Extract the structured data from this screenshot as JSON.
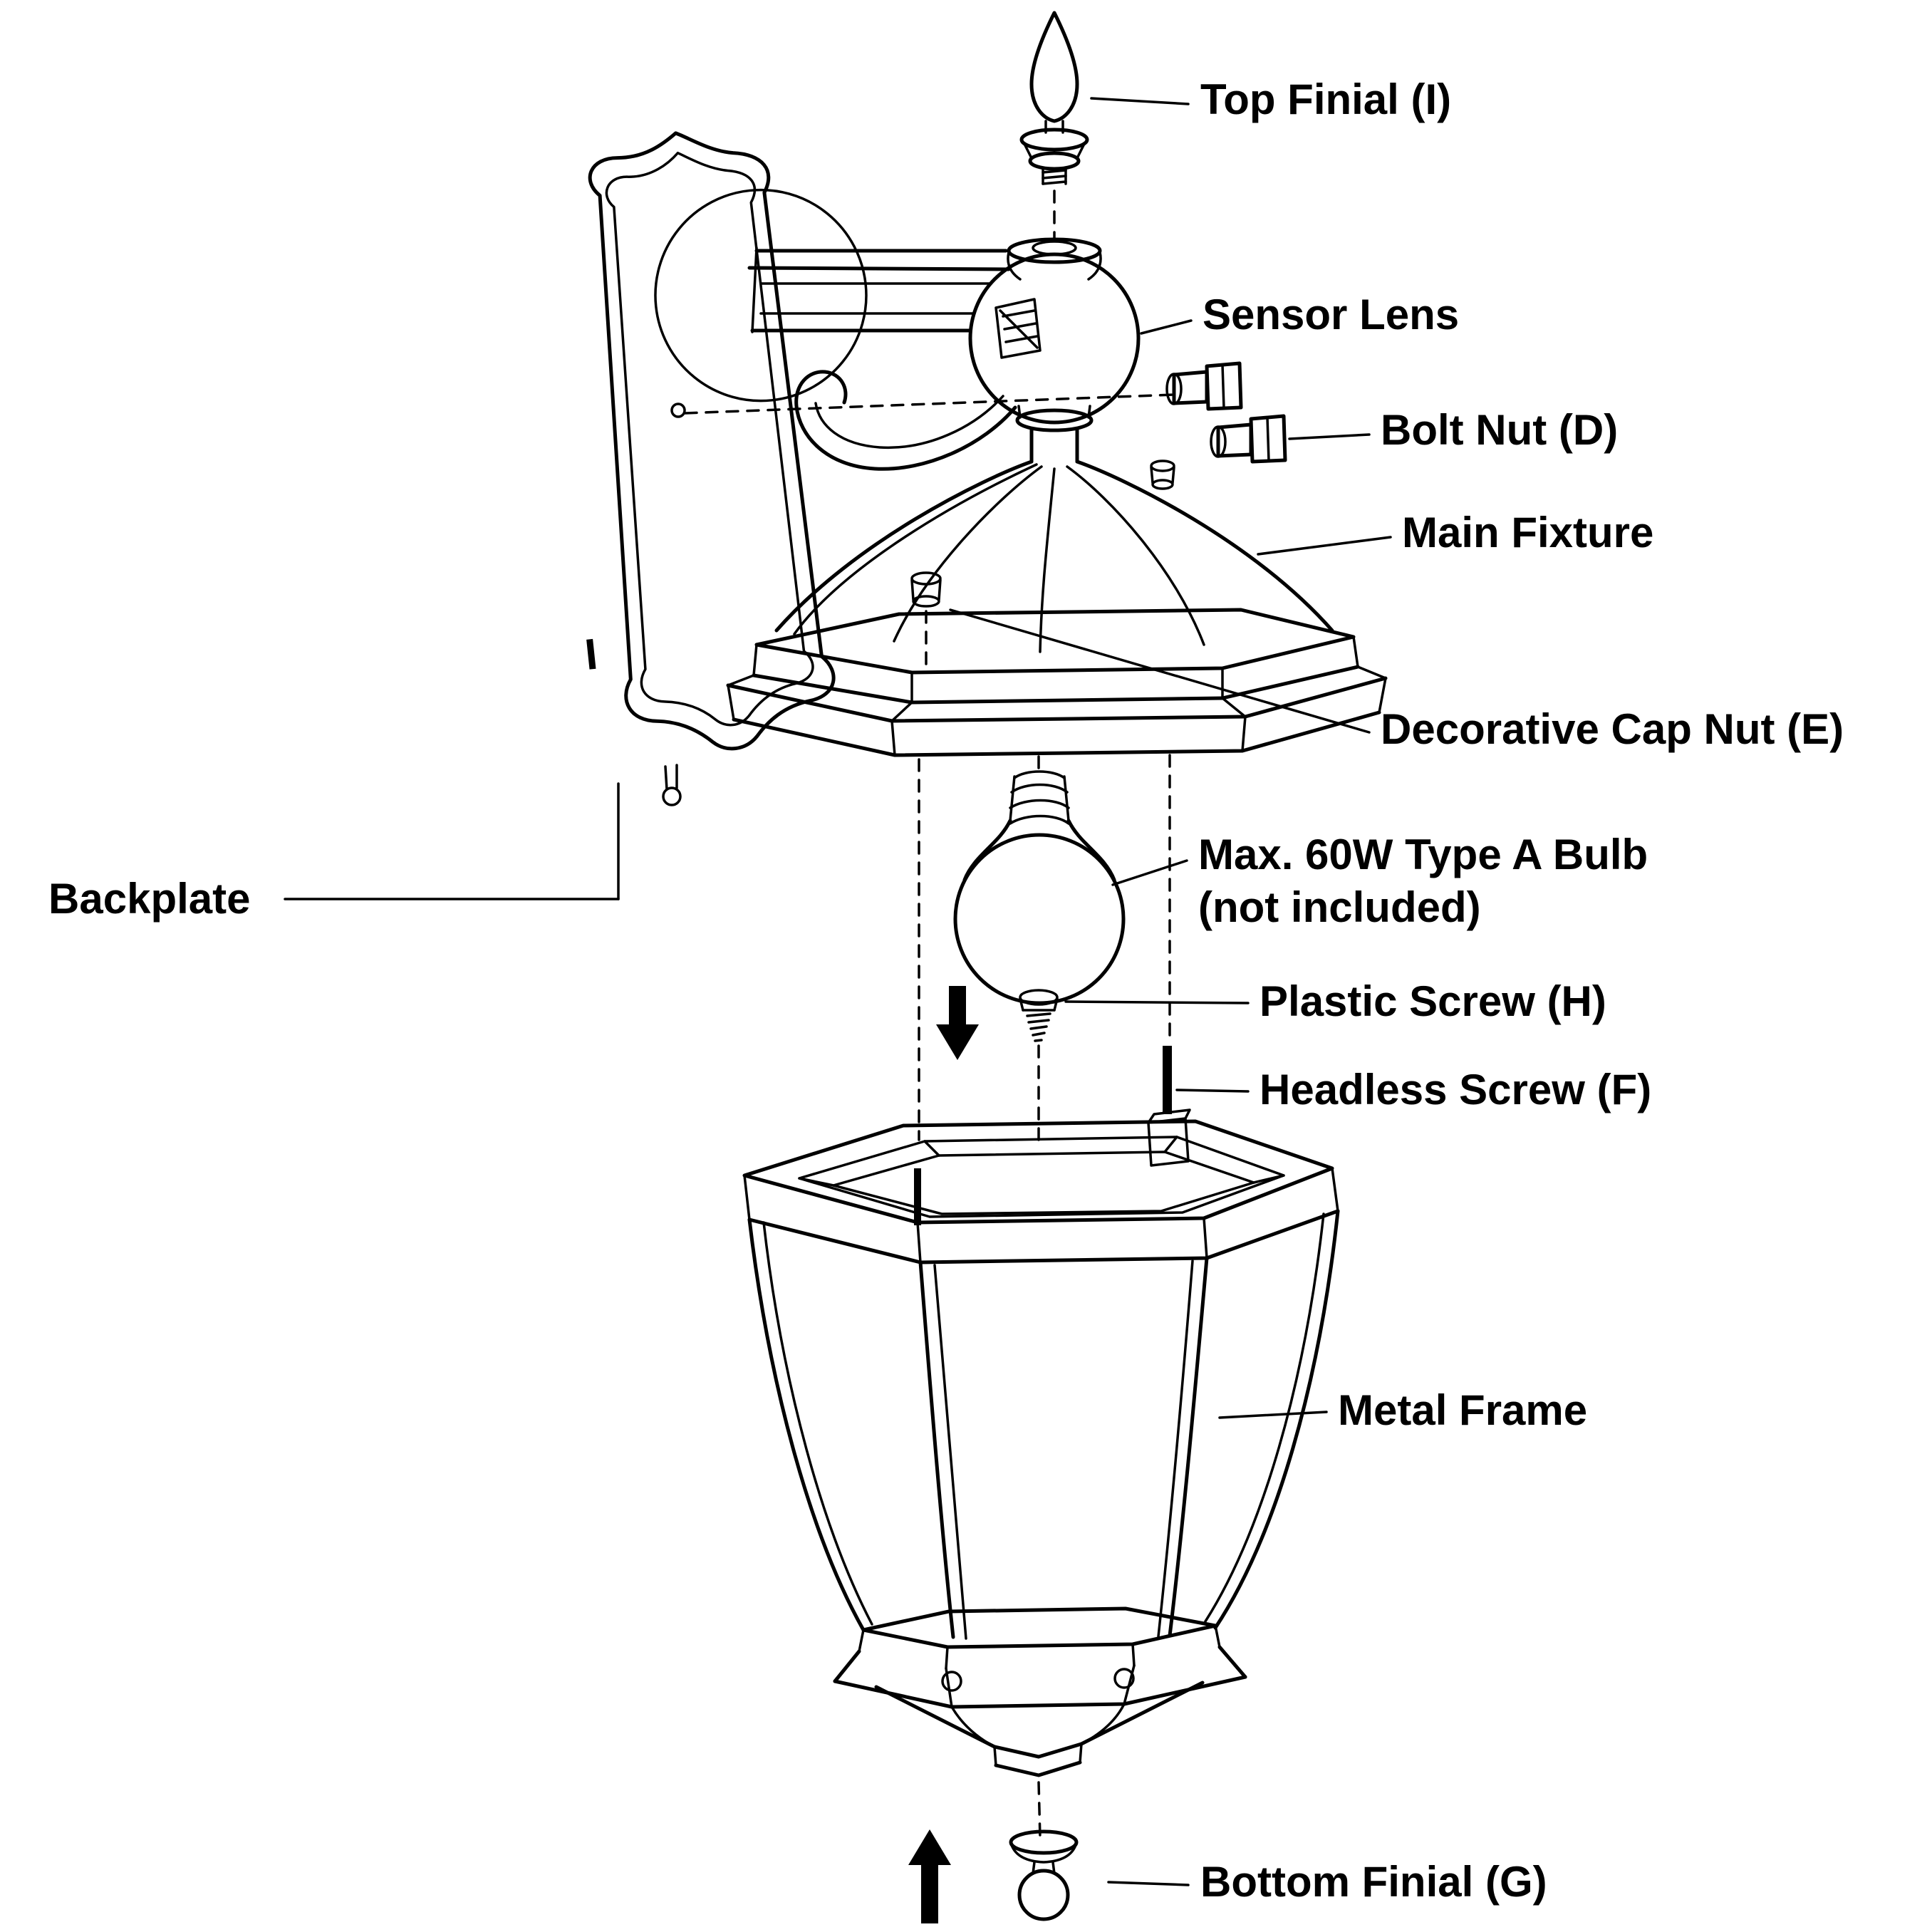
{
  "diagram": {
    "kind": "exploded-assembly-diagram",
    "colors": {
      "line": "#000000",
      "background": "#ffffff"
    },
    "labels": {
      "top_finial": "Top Finial (I)",
      "sensor_lens": "Sensor Lens",
      "bolt_nut": "Bolt Nut (D)",
      "main_fixture": "Main Fixture",
      "decorative_cap_nut": "Decorative Cap Nut (E)",
      "bulb_line1": "Max. 60W Type A Bulb",
      "bulb_line2": "(not included)",
      "plastic_screw": "Plastic Screw (H)",
      "headless_screw": "Headless Screw (F)",
      "metal_frame": "Metal Frame",
      "backplate": "Backplate",
      "bottom_finial": "Bottom Finial (G)"
    }
  }
}
